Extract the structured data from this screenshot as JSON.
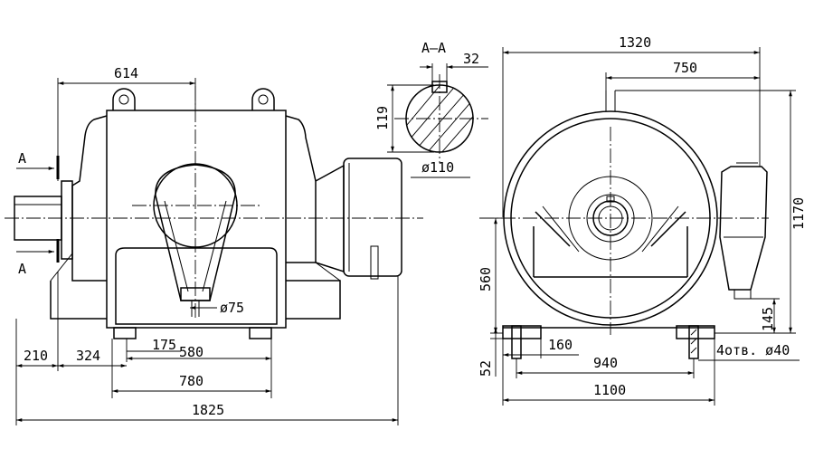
{
  "section": {
    "marker": "A",
    "title": "A–A",
    "key_width": "32",
    "height": "119",
    "diameter": "ø110"
  },
  "front_view": {
    "top_offset": "614",
    "bore_diameter": "ø75",
    "left_offset": "210",
    "foot_offset": "324",
    "foot_inner": "175",
    "foot_span": "580",
    "base_length": "780",
    "overall_length": "1825"
  },
  "side_view": {
    "overall_width": "1320",
    "half_width": "750",
    "overall_height": "1170",
    "axis_height": "560",
    "cover_offset": "145",
    "foot_height": "52",
    "foot_width": "160",
    "hole_span": "940",
    "base_width": "1100",
    "holes_note": "4отв. ø40"
  }
}
